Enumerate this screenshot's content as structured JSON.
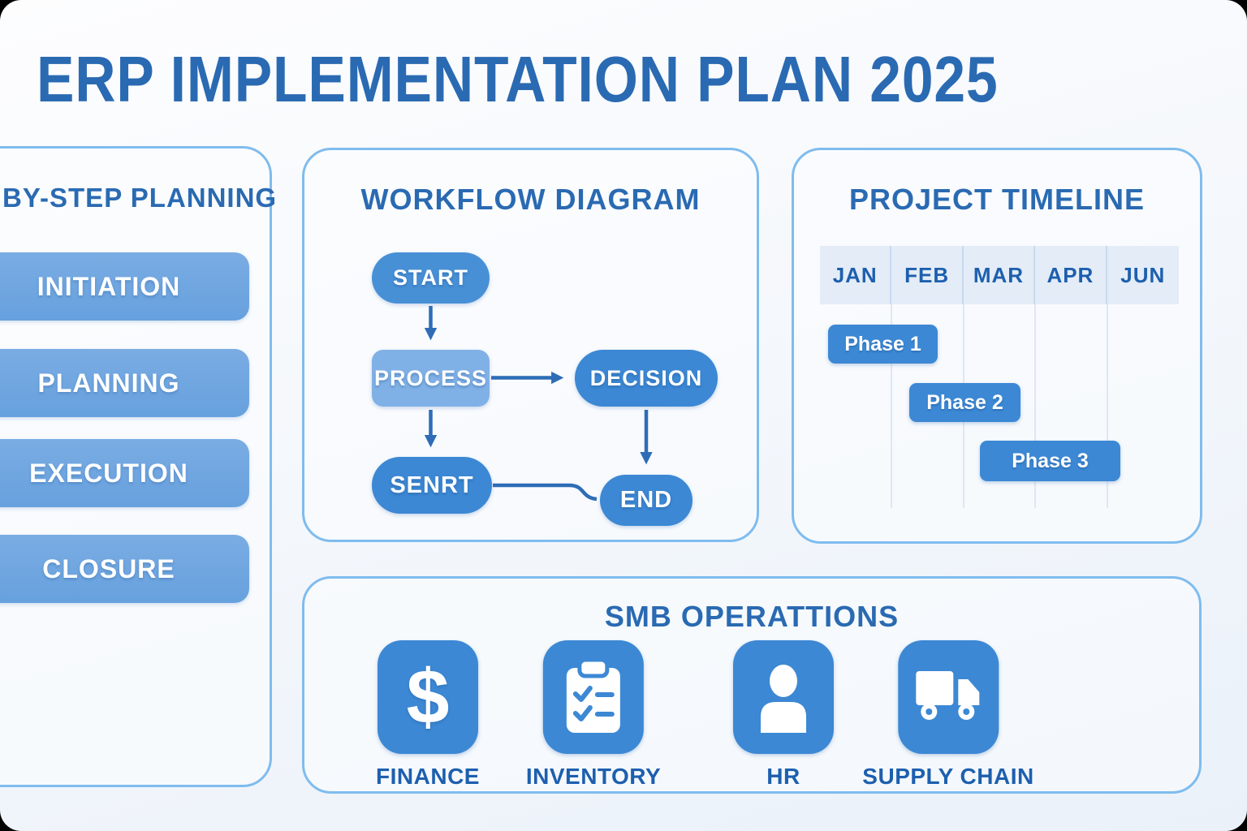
{
  "page": {
    "title": "ERP IMPLEMENTATION PLAN 2025"
  },
  "colors": {
    "title_blue": "#2a6ab2",
    "label_blue": "#1d5fae",
    "panel_border": "#7fbcee",
    "step_button_blue": "#6ea6e1",
    "node_medium_blue": "#4890d6",
    "node_light_blue": "#80b1e6",
    "node_dark_blue": "#3c88d4",
    "gantt_header_bg": "#e3ecf7",
    "card_bg": "#f5f8fc"
  },
  "planning_panel": {
    "title": "BY-STEP PLANNING",
    "steps": [
      {
        "label": "INITIATION"
      },
      {
        "label": "PLANNING"
      },
      {
        "label": "EXECUTION"
      },
      {
        "label": "CLOSURE"
      }
    ]
  },
  "workflow_panel": {
    "title": "WORKFLOW DIAGRAM",
    "nodes": {
      "start": {
        "label": "START"
      },
      "process": {
        "label": "PROCESS"
      },
      "decision": {
        "label": "DECISION"
      },
      "sent": {
        "label": "SENRT"
      },
      "end": {
        "label": "END"
      }
    },
    "edges": [
      "start->process",
      "process->decision",
      "process->sent",
      "decision->end",
      "sent->end"
    ]
  },
  "timeline_panel": {
    "title": "PROJECT TIMELINE",
    "months": [
      "JAN",
      "FEB",
      "MAR",
      "APR",
      "JUN"
    ],
    "phases": [
      {
        "label": "Phase 1",
        "start_month": "JAN",
        "end_month": "FEB",
        "col_start": 0.1,
        "col_end": 1.6
      },
      {
        "label": "Phase 2",
        "start_month": "FEB",
        "end_month": "MAR",
        "col_start": 1.2,
        "col_end": 2.8
      },
      {
        "label": "Phase 3",
        "start_month": "MAR",
        "end_month": "APR",
        "col_start": 2.2,
        "col_end": 4.2
      }
    ]
  },
  "operations_panel": {
    "title": "SMB OPERATTIONS",
    "items": [
      {
        "label": "FINANCE",
        "icon": "dollar-icon"
      },
      {
        "label": "INVENTORY",
        "icon": "clipboard-checklist-icon"
      },
      {
        "label": "HR",
        "icon": "person-icon"
      },
      {
        "label": "SUPPLY CHAIN",
        "icon": "truck-icon"
      }
    ]
  }
}
